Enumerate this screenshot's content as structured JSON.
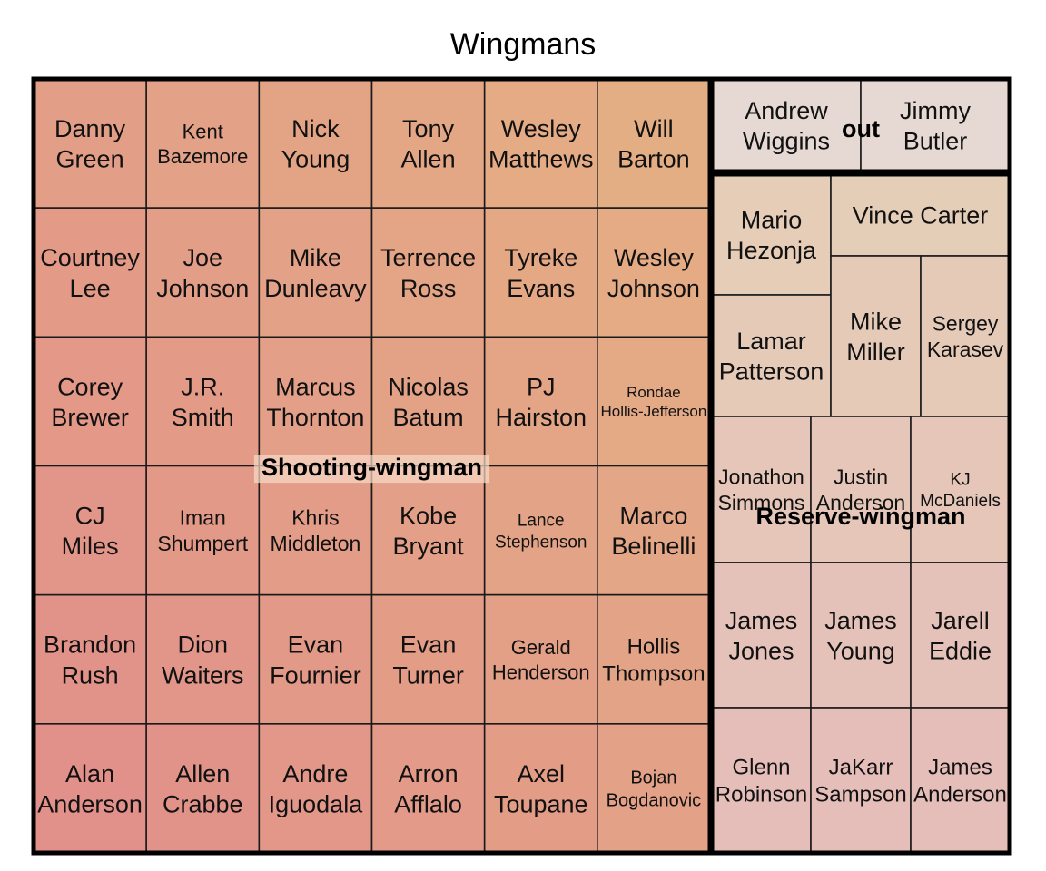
{
  "chart_data": {
    "type": "treemap",
    "title": "Wingmans",
    "groups": [
      {
        "name": "Shooting-wingman",
        "color_from": "#e2908a",
        "color_to": "#e4ae84",
        "grid": {
          "cols": 6,
          "rows": 6
        },
        "players": [
          "Danny Green",
          "Kent Bazemore",
          "Nick Young",
          "Tony Allen",
          "Wesley Matthews",
          "Will Barton",
          "Courtney Lee",
          "Joe Johnson",
          "Mike Dunleavy",
          "Terrence Ross",
          "Tyreke Evans",
          "Wesley Johnson",
          "Corey Brewer",
          "J.R. Smith",
          "Marcus Thornton",
          "Nicolas Batum",
          "PJ Hairston",
          "Rondae Hollis-Jefferson",
          "CJ Miles",
          "Iman Shumpert",
          "Khris Middleton",
          "Kobe Bryant",
          "Lance Stephenson",
          "Marco Belinelli",
          "Brandon Rush",
          "Dion Waiters",
          "Evan Fournier",
          "Evan Turner",
          "Gerald Henderson",
          "Hollis Thompson",
          "Alan Anderson",
          "Allen Crabbe",
          "Andre Iguodala",
          "Arron Afflalo",
          "Axel Toupane",
          "Bojan Bogdanovic"
        ]
      },
      {
        "name": "out",
        "color": "#e6d9d3",
        "players": [
          "Andrew Wiggins",
          "Jimmy Butler"
        ]
      },
      {
        "name": "Reserve-wingman",
        "color_from": "#e5cfb8",
        "color_to": "#e5bdb9",
        "players": [
          "Mario Hezonja",
          "Vince Carter",
          "Lamar Patterson",
          "Mike Miller",
          "Sergey Karasev",
          "Jonathon Simmons",
          "Justin Anderson",
          "KJ McDaniels",
          "James Jones",
          "James Young",
          "Jarell Eddie",
          "Glenn Robinson",
          "JaKarr Sampson",
          "James Anderson"
        ]
      }
    ]
  }
}
